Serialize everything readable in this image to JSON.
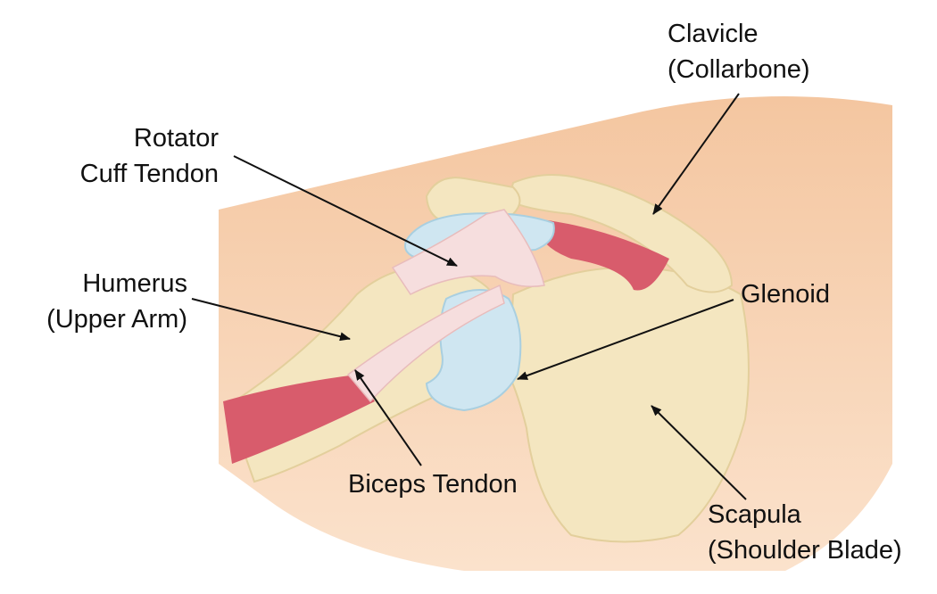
{
  "title": "Shoulder anatomy",
  "labels": {
    "clavicle": {
      "line1": "Clavicle",
      "line2": "(Collarbone)"
    },
    "rotator_cuff": {
      "line1": "Rotator",
      "line2": "Cuff Tendon"
    },
    "humerus": {
      "line1": "Humerus",
      "line2": "(Upper Arm)"
    },
    "glenoid": {
      "line1": "Glenoid"
    },
    "biceps": {
      "line1": "Biceps Tendon"
    },
    "scapula": {
      "line1": "Scapula",
      "line2": "(Shoulder Blade)"
    }
  },
  "colors": {
    "skin": "#f8d5b6",
    "bone": "#f3e4bb",
    "cartilage": "#cfe6f1",
    "muscle": "#d85c6c",
    "tendon": "#f6dede"
  }
}
